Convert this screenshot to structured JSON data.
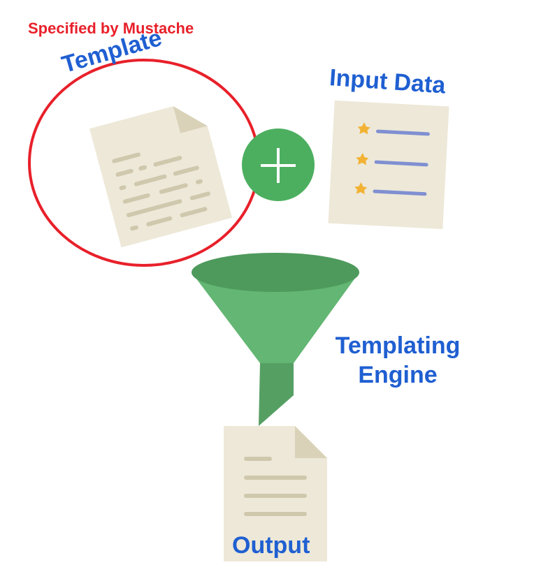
{
  "labels": {
    "specified_by": "Specified by Mustache",
    "template": "Template",
    "input_data": "Input Data",
    "templating_engine": "Templating Engine",
    "output": "Output"
  },
  "icons": {
    "template_doc": "document-icon",
    "input_doc": "list-document-icon",
    "plus": "plus-icon",
    "funnel": "funnel-icon",
    "output_doc": "document-icon",
    "highlight": "circle-highlight"
  },
  "colors": {
    "label_blue": "#1f5fd1",
    "highlight_red": "#e8202a",
    "paper": "#ede8d8",
    "paper_fold": "#d9d2b8",
    "paper_lines": "#cfc8ad",
    "plus_green": "#4caf60",
    "funnel_light": "#63b673",
    "funnel_dark": "#4e9a5c",
    "star": "#f2b233",
    "list_line": "#7f8fd1"
  }
}
